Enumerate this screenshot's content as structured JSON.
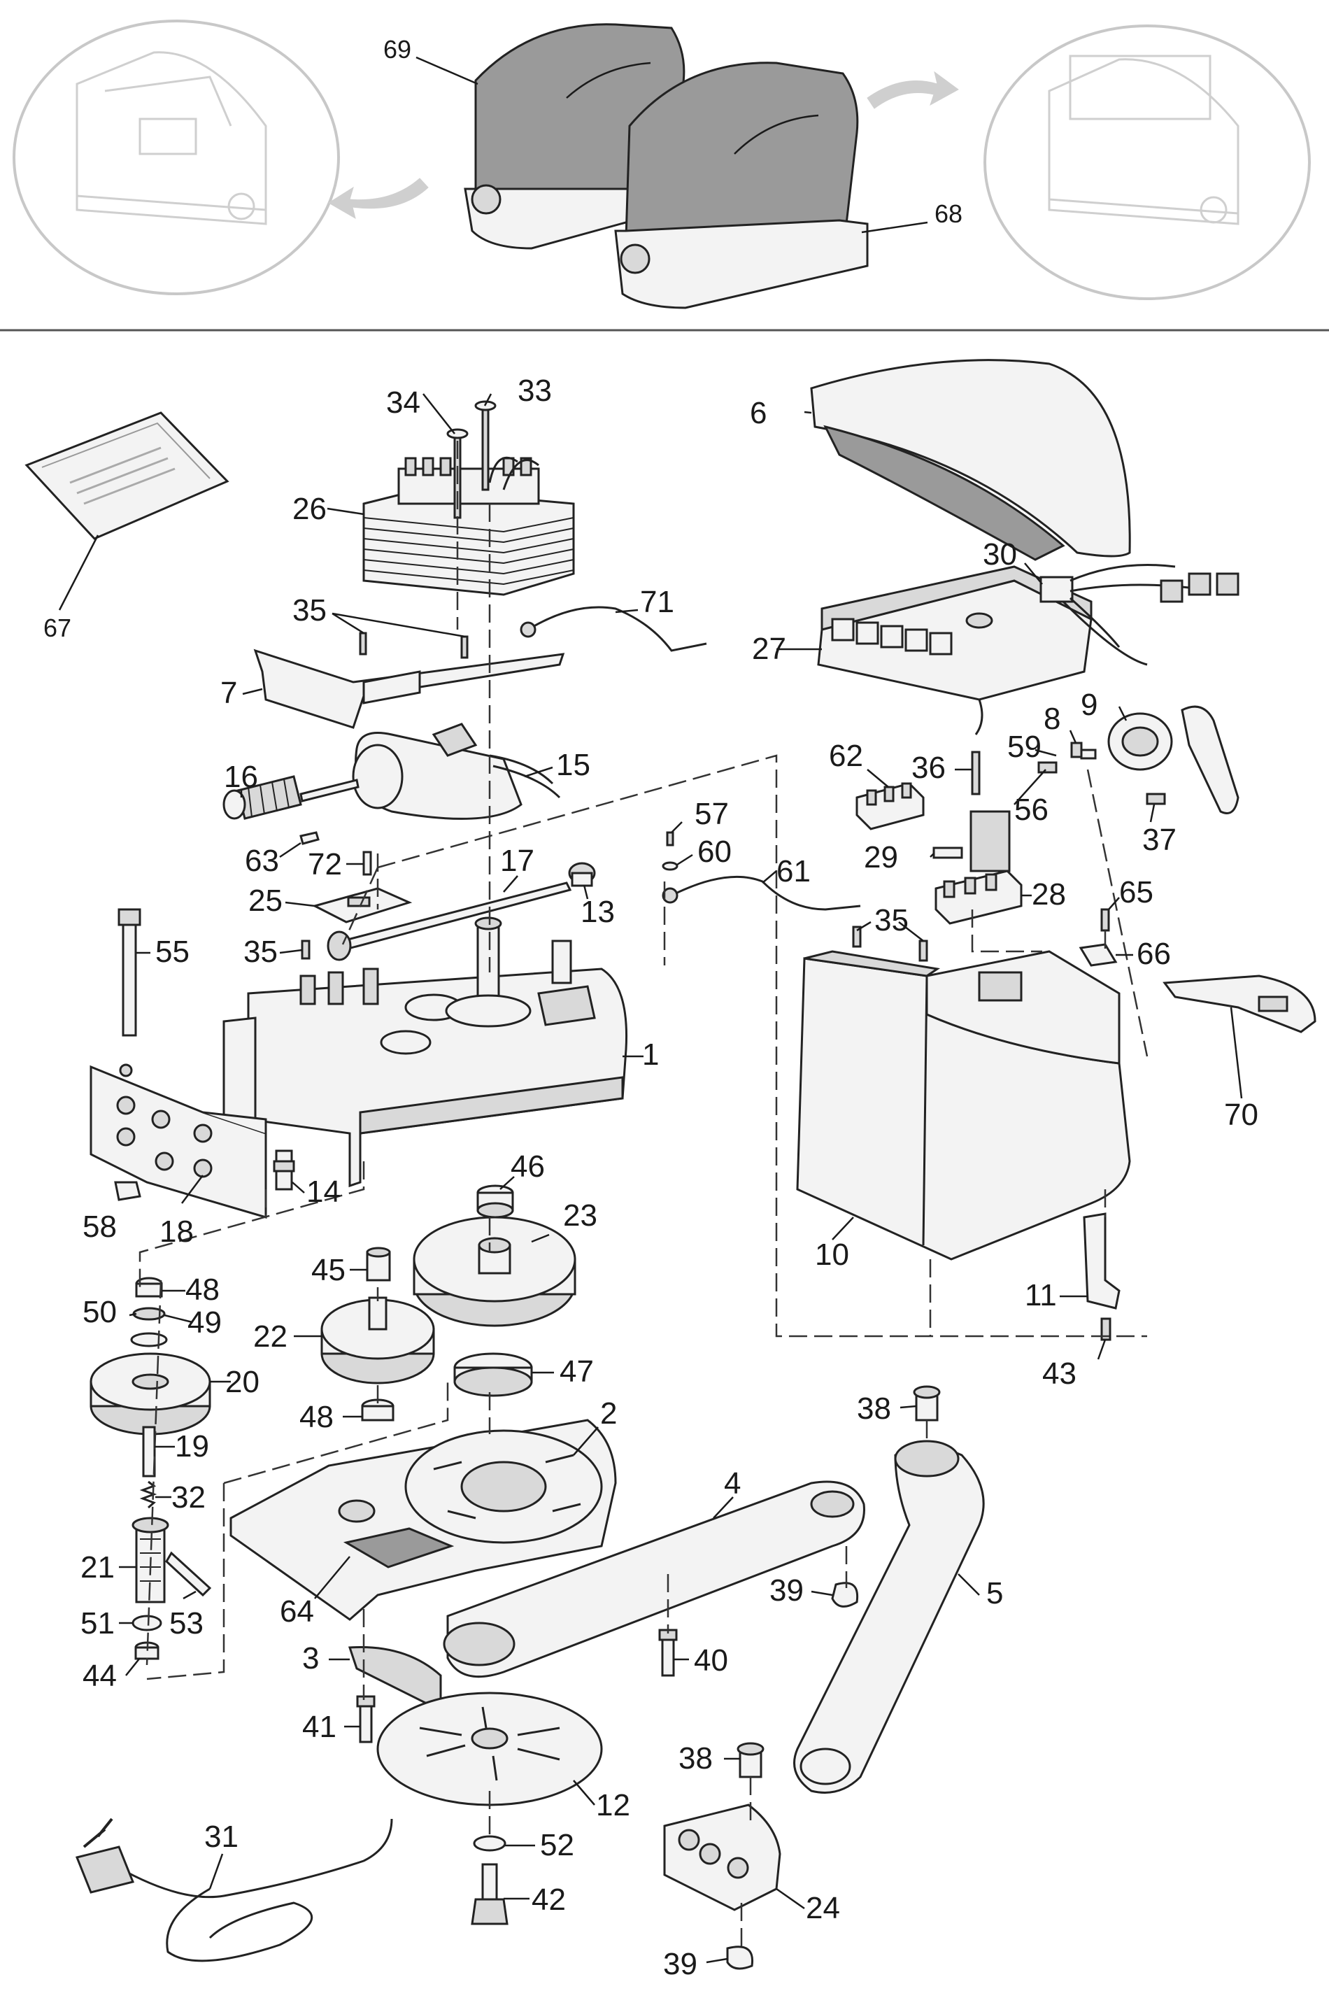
{
  "callouts": [
    {
      "id": "c67",
      "text": "67"
    },
    {
      "id": "c69",
      "text": "69"
    },
    {
      "id": "c68",
      "text": "68"
    },
    {
      "id": "c34",
      "text": "34"
    },
    {
      "id": "c33",
      "text": "33"
    },
    {
      "id": "c26",
      "text": "26"
    },
    {
      "id": "c35a",
      "text": "35"
    },
    {
      "id": "c71",
      "text": "71"
    },
    {
      "id": "c7",
      "text": "7"
    },
    {
      "id": "c15",
      "text": "15"
    },
    {
      "id": "c16",
      "text": "16"
    },
    {
      "id": "c63",
      "text": "63"
    },
    {
      "id": "c72",
      "text": "72"
    },
    {
      "id": "c17",
      "text": "17"
    },
    {
      "id": "c25",
      "text": "25"
    },
    {
      "id": "c13",
      "text": "13"
    },
    {
      "id": "c57",
      "text": "57"
    },
    {
      "id": "c60",
      "text": "60"
    },
    {
      "id": "c61",
      "text": "61"
    },
    {
      "id": "c55",
      "text": "55"
    },
    {
      "id": "c35b",
      "text": "35"
    },
    {
      "id": "c1",
      "text": "1"
    },
    {
      "id": "c14",
      "text": "14"
    },
    {
      "id": "c46",
      "text": "46"
    },
    {
      "id": "c58",
      "text": "58"
    },
    {
      "id": "c18",
      "text": "18"
    },
    {
      "id": "c6",
      "text": "6"
    },
    {
      "id": "c30",
      "text": "30"
    },
    {
      "id": "c27",
      "text": "27"
    },
    {
      "id": "c8",
      "text": "8"
    },
    {
      "id": "c9",
      "text": "9"
    },
    {
      "id": "c62",
      "text": "62"
    },
    {
      "id": "c36",
      "text": "36"
    },
    {
      "id": "c59",
      "text": "59"
    },
    {
      "id": "c56",
      "text": "56"
    },
    {
      "id": "c37",
      "text": "37"
    },
    {
      "id": "c29",
      "text": "29"
    },
    {
      "id": "c28",
      "text": "28"
    },
    {
      "id": "c65",
      "text": "65"
    },
    {
      "id": "c35c",
      "text": "35"
    },
    {
      "id": "c66",
      "text": "66"
    },
    {
      "id": "c70",
      "text": "70"
    },
    {
      "id": "c10",
      "text": "10"
    },
    {
      "id": "c11",
      "text": "11"
    },
    {
      "id": "c43",
      "text": "43"
    },
    {
      "id": "c23",
      "text": "23"
    },
    {
      "id": "c45",
      "text": "45"
    },
    {
      "id": "c48a",
      "text": "48"
    },
    {
      "id": "c50",
      "text": "50"
    },
    {
      "id": "c49",
      "text": "49"
    },
    {
      "id": "c22",
      "text": "22"
    },
    {
      "id": "c47",
      "text": "47"
    },
    {
      "id": "c20",
      "text": "20"
    },
    {
      "id": "c48b",
      "text": "48"
    },
    {
      "id": "c2",
      "text": "2"
    },
    {
      "id": "c38a",
      "text": "38"
    },
    {
      "id": "c19",
      "text": "19"
    },
    {
      "id": "c32",
      "text": "32"
    },
    {
      "id": "c4",
      "text": "4"
    },
    {
      "id": "c21",
      "text": "21"
    },
    {
      "id": "c39a",
      "text": "39"
    },
    {
      "id": "c5",
      "text": "5"
    },
    {
      "id": "c64",
      "text": "64"
    },
    {
      "id": "c51",
      "text": "51"
    },
    {
      "id": "c53",
      "text": "53"
    },
    {
      "id": "c44",
      "text": "44"
    },
    {
      "id": "c3",
      "text": "3"
    },
    {
      "id": "c40",
      "text": "40"
    },
    {
      "id": "c41",
      "text": "41"
    },
    {
      "id": "c38b",
      "text": "38"
    },
    {
      "id": "c12",
      "text": "12"
    },
    {
      "id": "c31",
      "text": "31"
    },
    {
      "id": "c52",
      "text": "52"
    },
    {
      "id": "c42",
      "text": "42"
    },
    {
      "id": "c24",
      "text": "24"
    },
    {
      "id": "c39b",
      "text": "39"
    }
  ]
}
